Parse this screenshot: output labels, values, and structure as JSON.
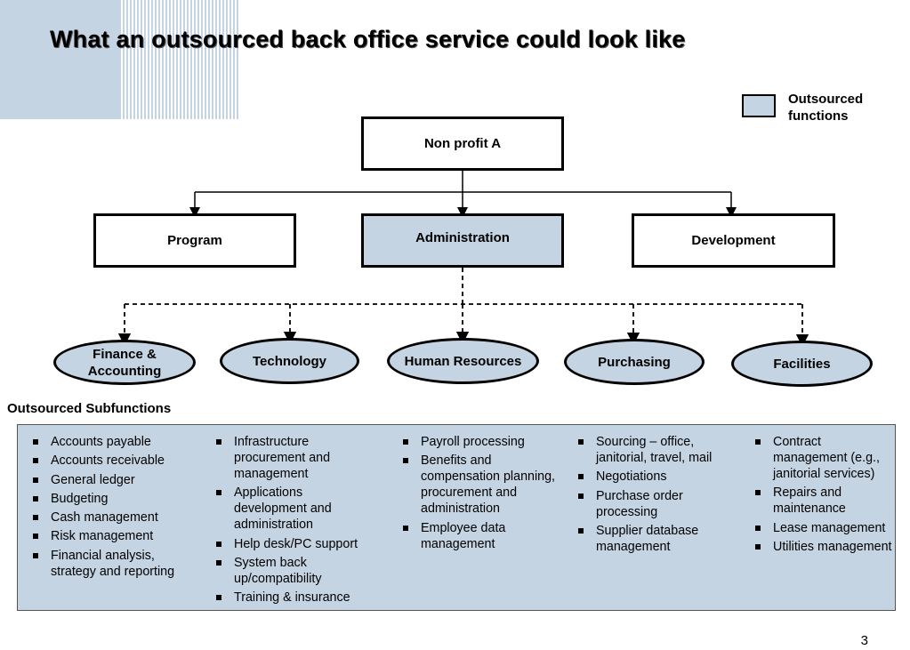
{
  "title": "What an outsourced back office service could look like",
  "legend": {
    "label": "Outsourced functions",
    "color": "#c5d4e3"
  },
  "top_node": "Non profit A",
  "departments": [
    {
      "label": "Program",
      "shaded": false
    },
    {
      "label": "Administration",
      "shaded": true
    },
    {
      "label": "Development",
      "shaded": false
    }
  ],
  "functions": [
    "Finance & Accounting",
    "Technology",
    "Human Resources",
    "Purchasing",
    "Facilities"
  ],
  "subfunctions_heading": "Outsourced Subfunctions",
  "subfunctions": [
    [
      "Accounts payable",
      "Accounts receivable",
      "General ledger",
      "Budgeting",
      "Cash management",
      "Risk management",
      "Financial analysis, strategy and reporting"
    ],
    [
      "Infrastructure procurement and management",
      "Applications development and administration",
      "Help desk/PC support",
      "System back up/compatibility",
      "Training & insurance"
    ],
    [
      "Payroll processing",
      "Benefits and compensation planning, procurement and administration",
      "Employee data management"
    ],
    [
      "Sourcing – office, janitorial, travel, mail",
      "Negotiations",
      "Purchase order processing",
      "Supplier database management"
    ],
    [
      "Contract management (e.g., janitorial services)",
      "Repairs and maintenance",
      "Lease management",
      "Utilities management"
    ]
  ],
  "page_number": "3"
}
